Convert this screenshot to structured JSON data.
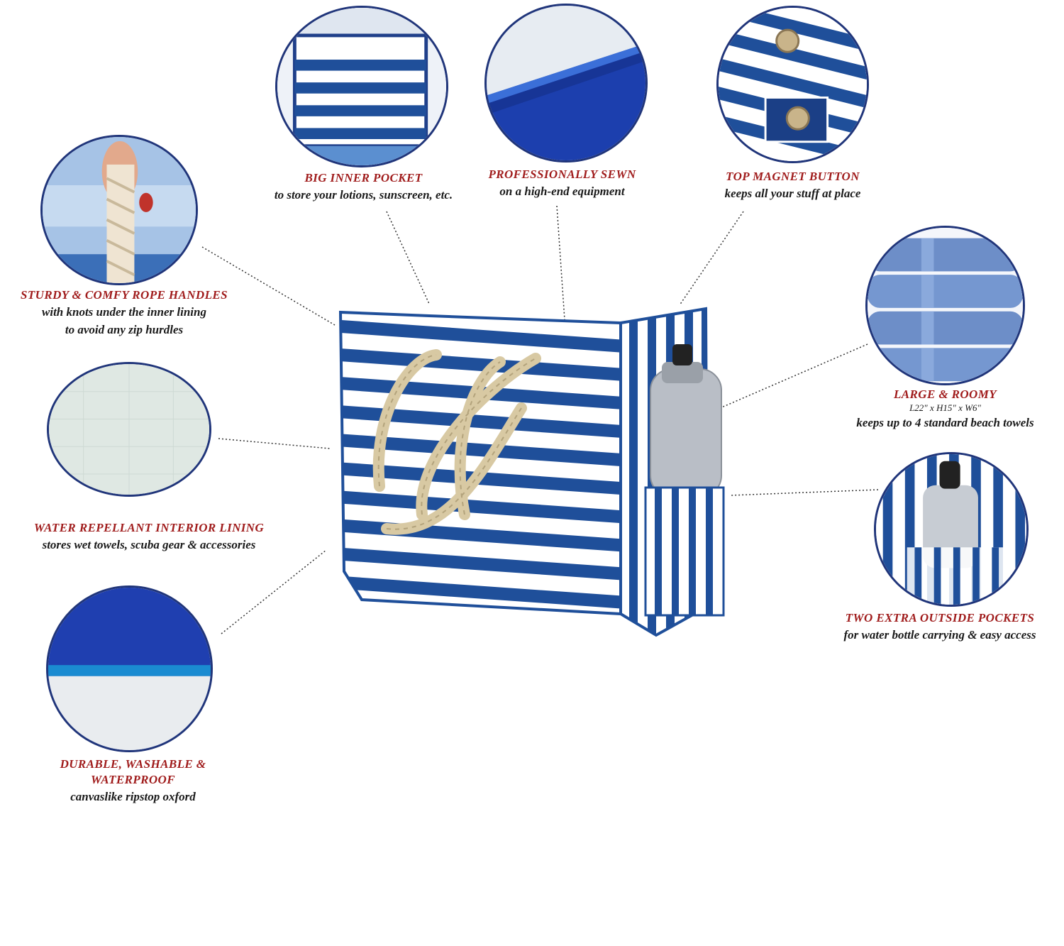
{
  "features": {
    "big_inner_pocket": {
      "title": "BIG INNER POCKET",
      "desc": "to store your lotions, sunscreen, etc."
    },
    "professionally_sewn": {
      "title": "PROFESSIONALLY SEWN",
      "desc": "on a high-end equipment"
    },
    "top_magnet_button": {
      "title": "TOP MAGNET BUTTON",
      "desc": "keeps all your stuff at place"
    },
    "rope_handles": {
      "title": "STURDY & COMFY ROPE HANDLES",
      "desc_line1": "with knots under the inner lining",
      "desc_line2": "to avoid any zip hurdles"
    },
    "large_roomy": {
      "title": "LARGE & ROOMY",
      "spec": "L22\" x H15\" x W6\"",
      "desc": "keeps up to 4 standard beach towels"
    },
    "interior_lining": {
      "title": "WATER REPELLANT INTERIOR LINING",
      "desc": "stores wet towels, scuba gear & accessories"
    },
    "outside_pockets": {
      "title": "TWO EXTRA OUTSIDE POCKETS",
      "desc": "for water bottle carrying & easy access"
    },
    "durable": {
      "title_line1": "DURABLE, WASHABLE &",
      "title_line2": "WATERPROOF",
      "desc": "canvaslike ripstop oxford"
    }
  },
  "colors": {
    "accent_red": "#a01c1c",
    "navy": "#20357a",
    "stripe_blue": "#1f4f9a"
  }
}
